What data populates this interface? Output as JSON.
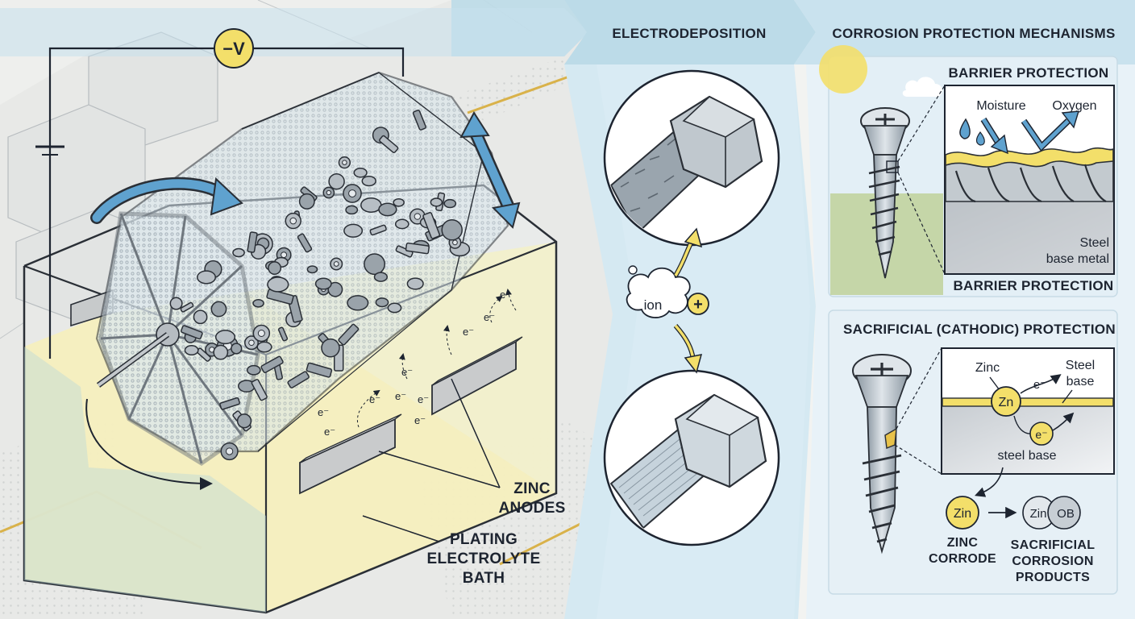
{
  "header": {
    "electrodeposition": "ELECTRODEPOSITION",
    "corrosion": "CORROSION PROTECTION MECHANISMS"
  },
  "barrel": {
    "voltage_label": "−V",
    "electron_label": "e⁻",
    "zinc_anodes_line1": "ZINC",
    "zinc_anodes_line2": "ANODES",
    "bath_line1": "PLATING",
    "bath_line2": "ELECTROLYTE",
    "bath_line3": "BATH"
  },
  "electro": {
    "ion_label": "ion",
    "plus_label": "+"
  },
  "barrier": {
    "title_top": "BARRIER PROTECTION",
    "moisture": "Moisture",
    "oxygen": "Oxygen",
    "steel_line1": "Steel",
    "steel_line2": "base metal",
    "title_bottom": "BARRIER PROTECTION"
  },
  "sacrificial": {
    "title": "SACRIFICIAL (CATHODIC) PROTECTION",
    "zinc": "Zinc",
    "steel_base_line1": "Steel",
    "steel_base_line2": "base",
    "zn": "Zn",
    "electron": "e⁻",
    "steel_base": "steel base",
    "zin": "Zin",
    "zin2": "Zin",
    "ob": "OB",
    "zinc_corrode_line1": "ZINC",
    "zinc_corrode_line2": "CORRODE",
    "products_line1": "SACRIFICIAL",
    "products_line2": "CORROSION",
    "products_line3": "PRODUCTS"
  },
  "colors": {
    "banner": "#bcdbe8",
    "panel": "#e3eff6",
    "electrolyte": "#f7f1c2",
    "zinc_yellow": "#f3df6a",
    "steel": "#a9b4bd",
    "outline": "#2a2f36",
    "arrow_blue": "#5fa2cf"
  }
}
